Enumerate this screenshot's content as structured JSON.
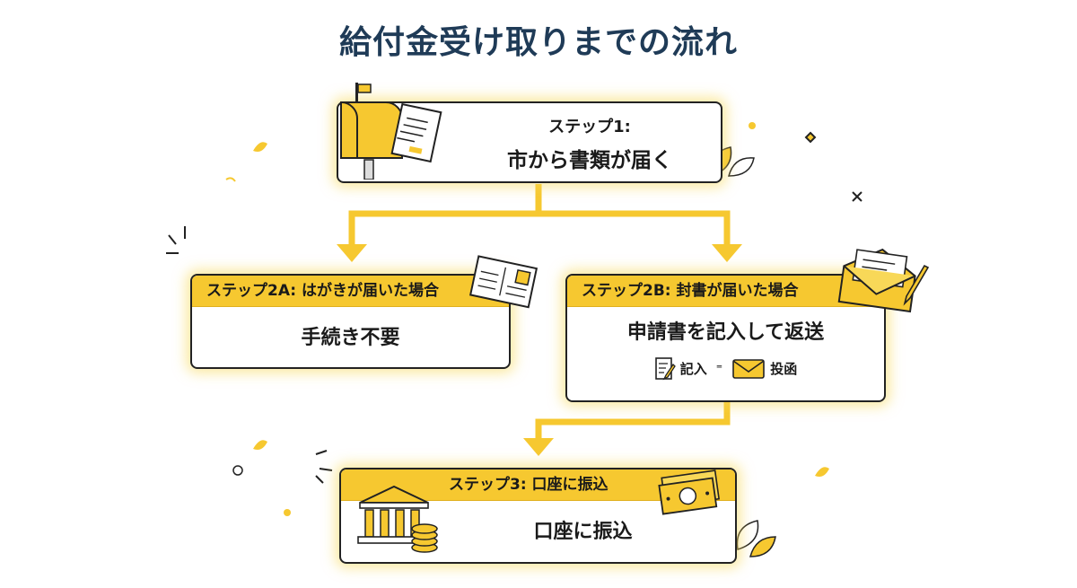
{
  "title": "給付金受け取りまでの流れ",
  "step1": {
    "label": "ステップ1:",
    "text": "市から書類が届く"
  },
  "step2a": {
    "header": "ステップ2A: はがきが届いた場合",
    "text": "手続き不要"
  },
  "step2b": {
    "header": "ステップ2B: 封書が届いた場合",
    "text": "申請書を記入して返送",
    "sub_items": [
      "記入",
      "投函"
    ]
  },
  "step3": {
    "header": "ステップ3: 口座に振込",
    "text": "口座に振込"
  },
  "colors": {
    "accent": "#f6c830",
    "title": "#1f3b57",
    "border": "#222222"
  },
  "icons": [
    "mailbox-icon",
    "document-icon",
    "postcard-icon",
    "envelope-pen-icon",
    "pencil-paper-icon",
    "envelope-icon",
    "bank-icon",
    "coins-icon",
    "banknotes-icon",
    "leaf-icon",
    "sparkle-icon"
  ]
}
